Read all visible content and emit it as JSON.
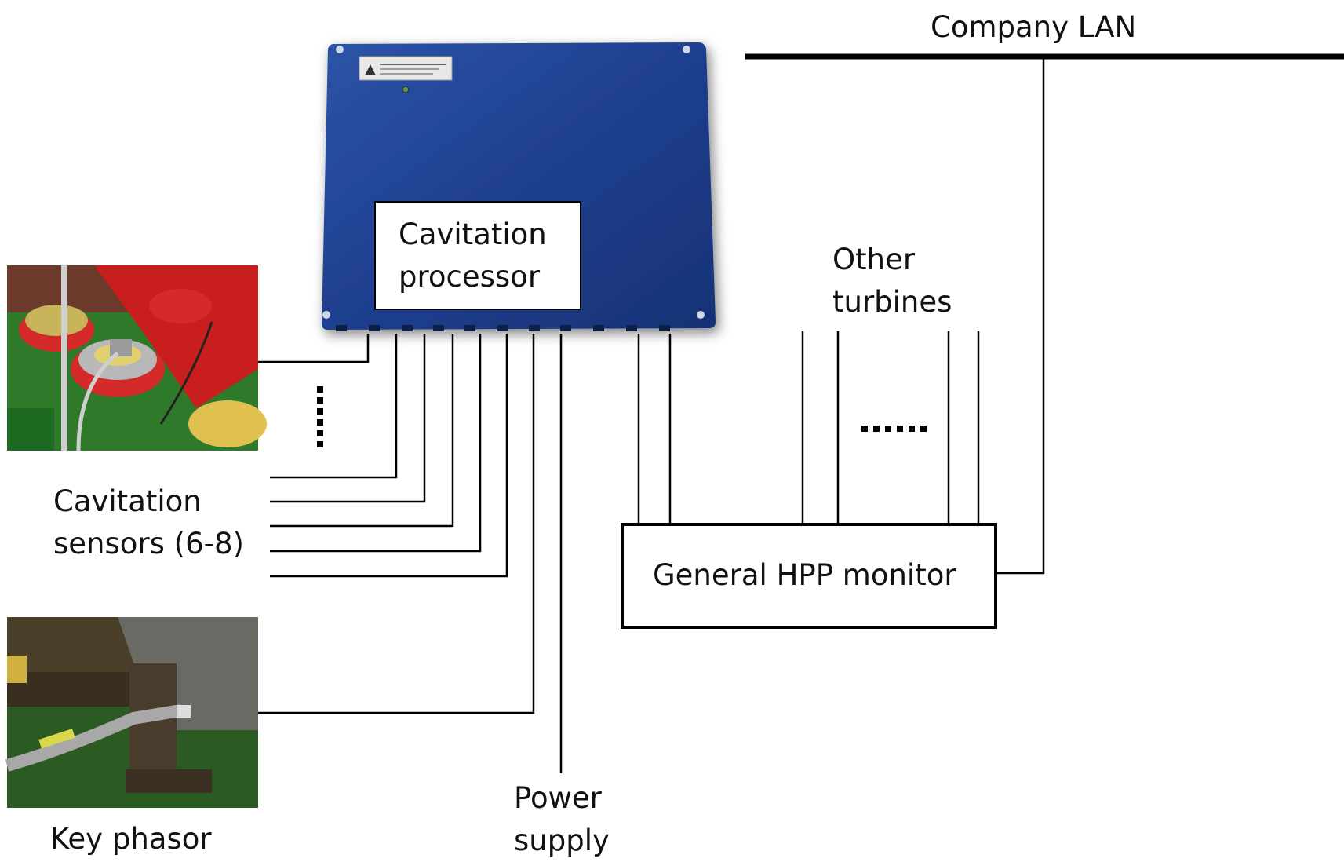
{
  "labels": {
    "company_lan": "Company LAN",
    "processor_line1": "Cavitation",
    "processor_line2": "processor",
    "other_line1": "Other",
    "other_line2": "turbines",
    "sensors_line1": "Cavitation",
    "sensors_line2": "sensors (6-8)",
    "monitor": "General HPP monitor",
    "power_line1": "Power",
    "power_line2": "supply",
    "key_phasor": "Key phasor"
  },
  "images": {
    "sensor_photo": "photo of red cavitation sensor mounts on turbine",
    "keyphasor_photo": "photo of key phasor proximity probe"
  },
  "colors": {
    "enclosure": "#1f3f8f",
    "line": "#000000"
  }
}
